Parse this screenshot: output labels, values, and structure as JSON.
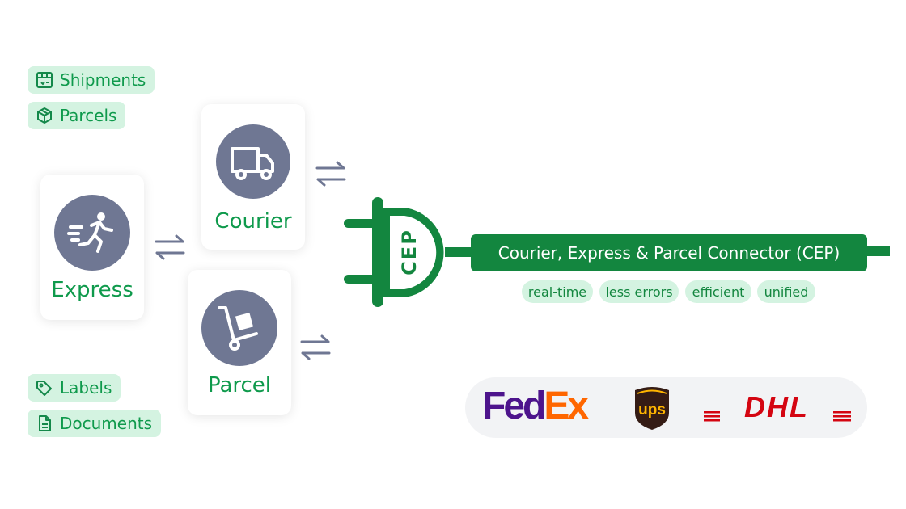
{
  "tags": {
    "shipments": "Shipments",
    "parcels": "Parcels",
    "labels": "Labels",
    "documents": "Documents"
  },
  "cards": {
    "express": "Express",
    "courier": "Courier",
    "parcel": "Parcel"
  },
  "plug_label": "CEP",
  "connector_title": "Courier, Express & Parcel Connector (CEP)",
  "features": [
    "real-time",
    "less errors",
    "efficient",
    "unified"
  ],
  "carriers": {
    "fedex": {
      "part1": "Fed",
      "part2": "Ex"
    },
    "ups": "ups",
    "dhl": "DHL"
  },
  "colors": {
    "brand_green": "#13863f",
    "tag_bg": "#d4f3e1",
    "icon_circle": "#6f7793",
    "fedex_purple": "#4d148c",
    "fedex_orange": "#ff6600",
    "ups_brown": "#351c15",
    "ups_gold": "#ffb500",
    "dhl_red": "#d40511"
  },
  "icons": {
    "express": "running-person-icon",
    "courier": "delivery-truck-icon",
    "parcel": "hand-truck-icon"
  }
}
